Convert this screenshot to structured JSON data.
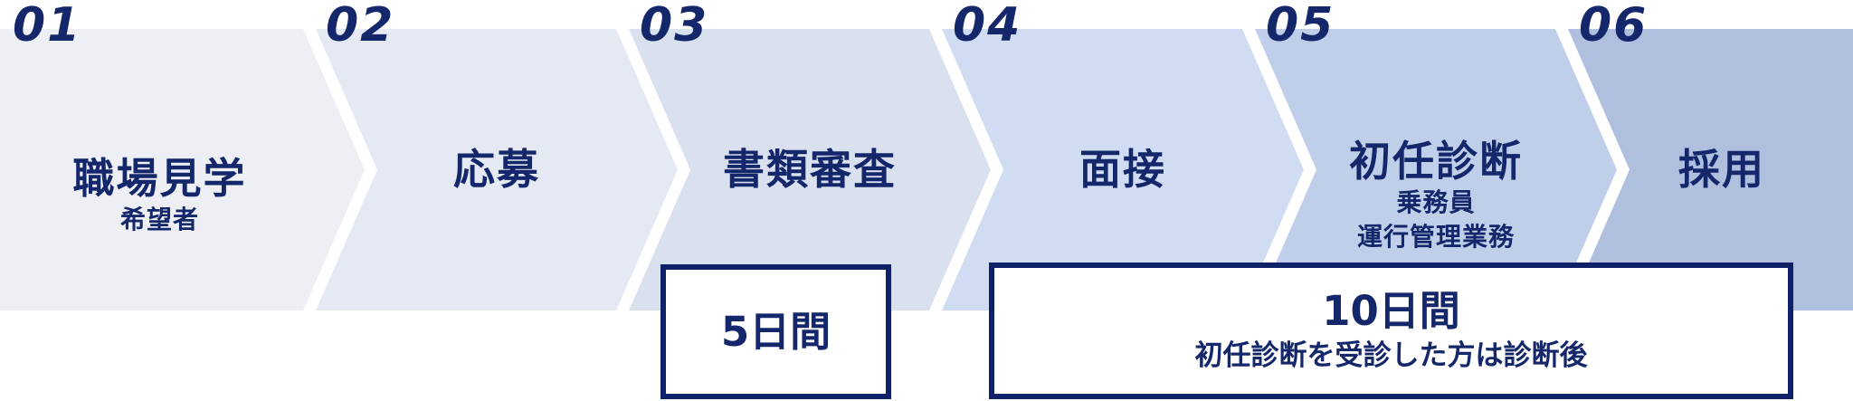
{
  "process": {
    "steps": [
      {
        "number": "01",
        "label": "職場見学",
        "sub1": "希望者",
        "fill": "#edeff5"
      },
      {
        "number": "02",
        "label": "応募",
        "fill": "#e4e9f3"
      },
      {
        "number": "03",
        "label": "書類審査",
        "fill": "#d9e1ef"
      },
      {
        "number": "04",
        "label": "面接",
        "fill": "#cfdcf1"
      },
      {
        "number": "05",
        "label": "初任診断",
        "sub1": "乗務員",
        "sub2": "運行管理業務",
        "fill": "#bfcfe9"
      },
      {
        "number": "06",
        "label": "採用",
        "fill": "#aec0de"
      }
    ]
  },
  "duration_notes": {
    "screening": {
      "title": "5日間"
    },
    "interview_to_hire": {
      "title": "10日間",
      "subtitle": "初任診断を受診した方は診断後"
    }
  },
  "colors": {
    "text_navy": "#14276b",
    "box_border_navy": "#0f2168",
    "separator_white": "#ffffff",
    "background": "#ffffff"
  }
}
